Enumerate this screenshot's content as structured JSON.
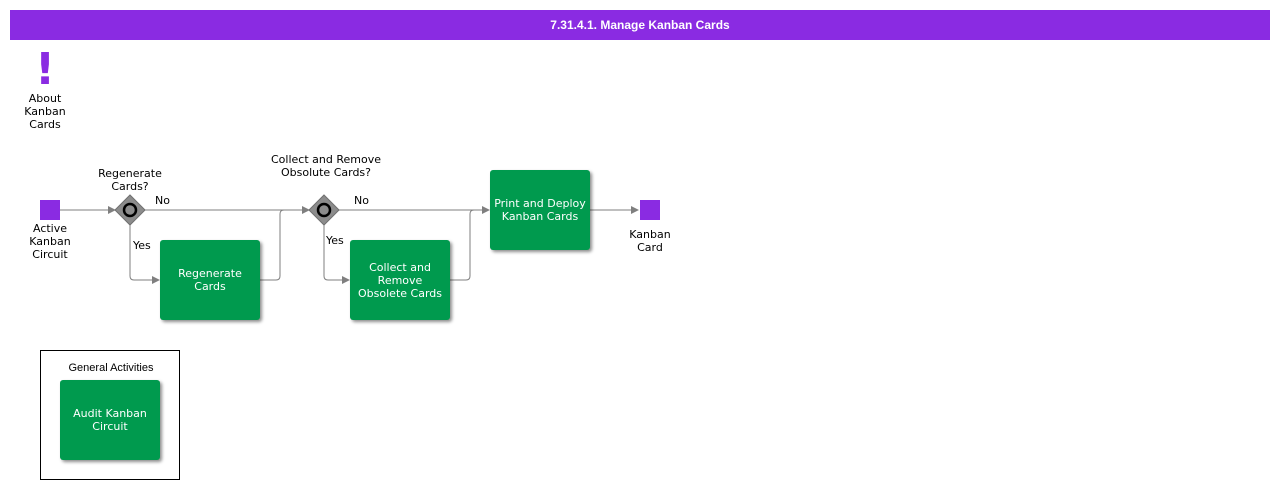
{
  "header": {
    "title": "7.31.4.1. Manage Kanban Cards"
  },
  "about": {
    "icon": "exclamation-icon",
    "label": "About Kanban Cards"
  },
  "start_event": {
    "label": "Active Kanban Circuit",
    "color": "#8a2be2"
  },
  "end_event": {
    "label": "Kanban Card",
    "color": "#8a2be2"
  },
  "gateway_regenerate": {
    "question": "Regenerate Cards?",
    "no_label": "No",
    "yes_label": "Yes"
  },
  "gateway_collect": {
    "question": "Collect and Remove Obsolute Cards?",
    "no_label": "No",
    "yes_label": "Yes"
  },
  "tasks": {
    "regenerate": "Regenerate Cards",
    "collect_remove": "Collect and Remove Obsolete Cards",
    "print_deploy": "Print and Deploy Kanban Cards",
    "audit": "Audit Kanban Circuit"
  },
  "general_activities": {
    "title": "General Activities"
  },
  "colors": {
    "accent": "#8a2be2",
    "task": "#009a4e",
    "gateway": "#8c8c8c",
    "flow": "#7f7f7f"
  }
}
